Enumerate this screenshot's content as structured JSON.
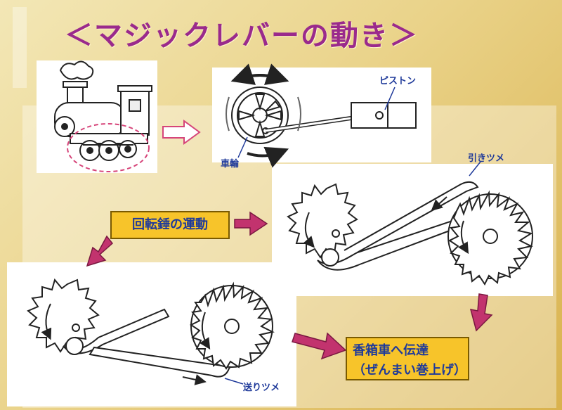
{
  "title": "＜マジックレバーの動き＞",
  "labels": {
    "piston": "ピストン",
    "wheel": "車輪",
    "pull_pawl": "引きツメ",
    "feed_pawl": "送りツメ"
  },
  "boxes": {
    "pendulum_motion": "回転錘の運動",
    "transmission_line1": "香箱車へ伝達",
    "transmission_line2": "（ぜんまい巻上げ）"
  },
  "colors": {
    "title": "#9a2a8c",
    "label_text": "#1f3a9a",
    "box_fill": "#f7c42a",
    "arrow": "#c2336e"
  }
}
